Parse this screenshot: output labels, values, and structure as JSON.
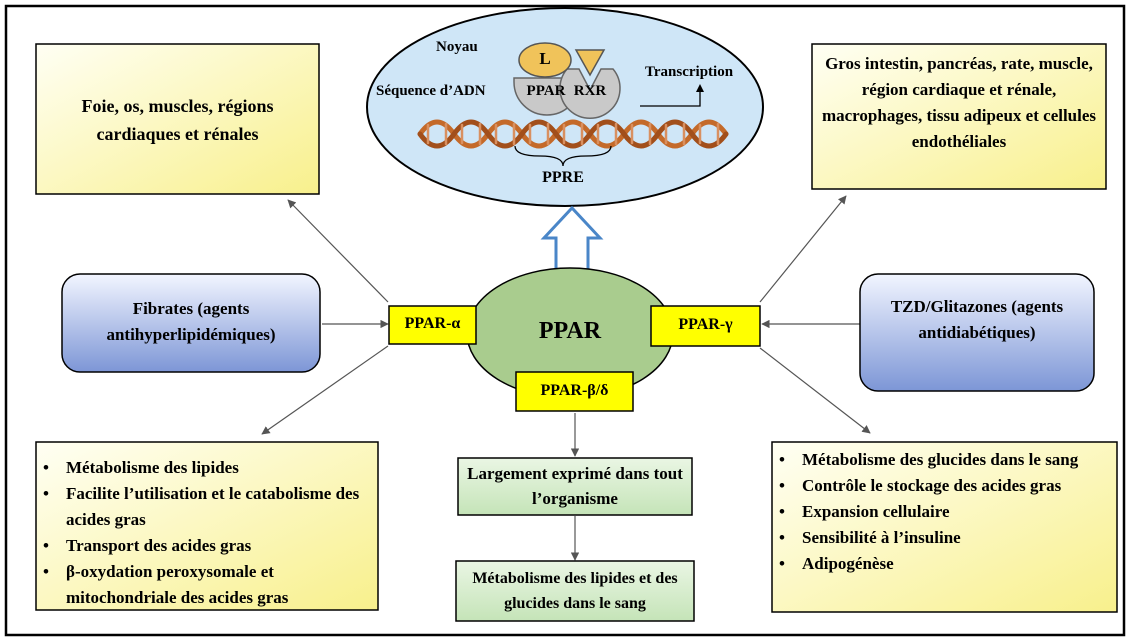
{
  "nucleus": {
    "noyau_label": "Noyau",
    "dna_sequence_label": "Séquence d’ADN",
    "ligand_label": "L",
    "ppar_label": "PPAR",
    "rxr_label": "RXR",
    "transcription_label": "Transcription",
    "ppre_label": "PPRE"
  },
  "center": {
    "ppar_label": "PPAR",
    "alpha_label": "PPAR-α",
    "gamma_label": "PPAR-γ",
    "beta_delta_label": "PPAR-β/δ"
  },
  "tissues_alpha": {
    "text": "Foie, os, muscles, régions cardiaques et rénales"
  },
  "tissues_gamma": {
    "text": "Gros intestin, pancréas, rate, muscle, région cardiaque et rénale, macrophages, tissu adipeux et cellules endothéliales"
  },
  "agonist_alpha": {
    "text": "Fibrates (agents antihyperlipidémiques)"
  },
  "agonist_gamma": {
    "text": "TZD/Glitazones (agents antidiabétiques)"
  },
  "functions_alpha": {
    "items": [
      "Métabolisme des lipides",
      "Facilite l’utilisation et le catabolisme des acides gras",
      "Transport des acides gras",
      "β-oxydation peroxysomale et mitochondriale des acides gras"
    ]
  },
  "functions_gamma": {
    "items": [
      "Métabolisme des glucides dans le sang",
      "Contrôle le stockage des acides gras",
      "Expansion cellulaire",
      "Sensibilité à l’insuline",
      "Adipogénèse"
    ]
  },
  "beta_delta_expression": {
    "text": "Largement exprimé dans tout l’organisme"
  },
  "beta_delta_function": {
    "text": "Métabolisme des lipides et des glucides dans le sang"
  },
  "colors": {
    "yellow_box_top": "#fffff2",
    "yellow_box_bottom": "#fbf59a",
    "blue_box_top": "#eef2ff",
    "blue_box_bottom": "#7f98d8",
    "green_box": "#d8eed0",
    "ppar_ellipse": "#a9cc8e",
    "subtype_box": "#ffff00",
    "nucleus_fill": "#cfe6f7",
    "arrow_up": "#5b9bd5",
    "dna_strand": "#c46a2a"
  }
}
